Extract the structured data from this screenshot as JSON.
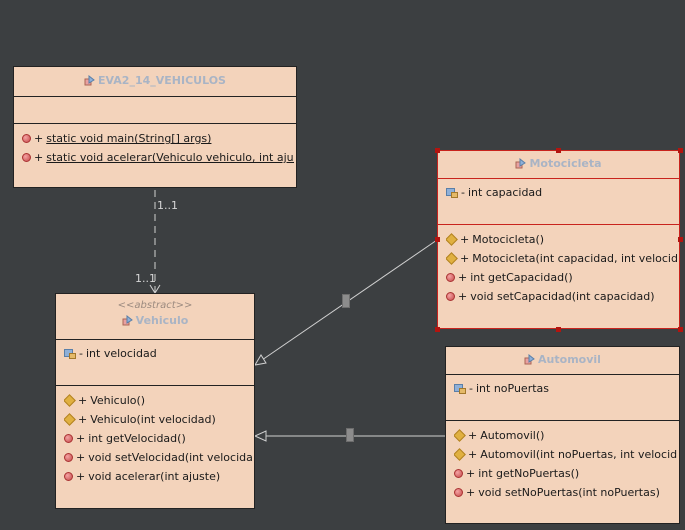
{
  "classes": {
    "eva2": {
      "name": "EVA2_14_VEHICULOS",
      "attributes": [],
      "methods": [
        {
          "vis": "+",
          "text": "static void main(String[] args)",
          "icon": "private-method-icon",
          "static": true
        },
        {
          "vis": "+",
          "text": "static void acelerar(Vehiculo vehiculo, int ajus",
          "icon": "private-method-icon",
          "static": true
        }
      ]
    },
    "vehiculo": {
      "stereotype": "<<abstract>>",
      "name": "Vehiculo",
      "attributes": [
        {
          "vis": "-",
          "text": "int velocidad",
          "icon": "field-icon"
        }
      ],
      "methods": [
        {
          "vis": "+",
          "text": "Vehiculo()",
          "icon": "constructor-icon"
        },
        {
          "vis": "+",
          "text": "Vehiculo(int velocidad)",
          "icon": "constructor-icon"
        },
        {
          "vis": "+",
          "text": "int getVelocidad()",
          "icon": "private-method-icon"
        },
        {
          "vis": "+",
          "text": "void setVelocidad(int velocidad",
          "icon": "private-method-icon"
        },
        {
          "vis": "+",
          "text": "void acelerar(int ajuste)",
          "icon": "private-method-icon"
        }
      ]
    },
    "motocicleta": {
      "name": "Motocicleta",
      "attributes": [
        {
          "vis": "-",
          "text": "int capacidad",
          "icon": "field-icon"
        }
      ],
      "methods": [
        {
          "vis": "+",
          "text": "Motocicleta()",
          "icon": "constructor-icon"
        },
        {
          "vis": "+",
          "text": "Motocicleta(int capacidad, int velocida",
          "icon": "constructor-icon"
        },
        {
          "vis": "+",
          "text": "int getCapacidad()",
          "icon": "private-method-icon"
        },
        {
          "vis": "+",
          "text": "void setCapacidad(int capacidad)",
          "icon": "private-method-icon"
        }
      ]
    },
    "automovil": {
      "name": "Automovil",
      "attributes": [
        {
          "vis": "-",
          "text": "int noPuertas",
          "icon": "field-icon"
        }
      ],
      "methods": [
        {
          "vis": "+",
          "text": "Automovil()",
          "icon": "constructor-icon"
        },
        {
          "vis": "+",
          "text": "Automovil(int noPuertas, int velocida",
          "icon": "constructor-icon"
        },
        {
          "vis": "+",
          "text": "int getNoPuertas()",
          "icon": "private-method-icon"
        },
        {
          "vis": "+",
          "text": "void setNoPuertas(int noPuertas)",
          "icon": "private-method-icon"
        }
      ]
    }
  },
  "relations": {
    "dependency_mult_source": "1..1",
    "dependency_mult_target": "1..1"
  },
  "colors": {
    "background": "#3c3f41",
    "class_fill": "#f3d3bb",
    "class_name": "#a9b4c5",
    "selection": "#c8231d",
    "edge": "#d0d0d0"
  }
}
